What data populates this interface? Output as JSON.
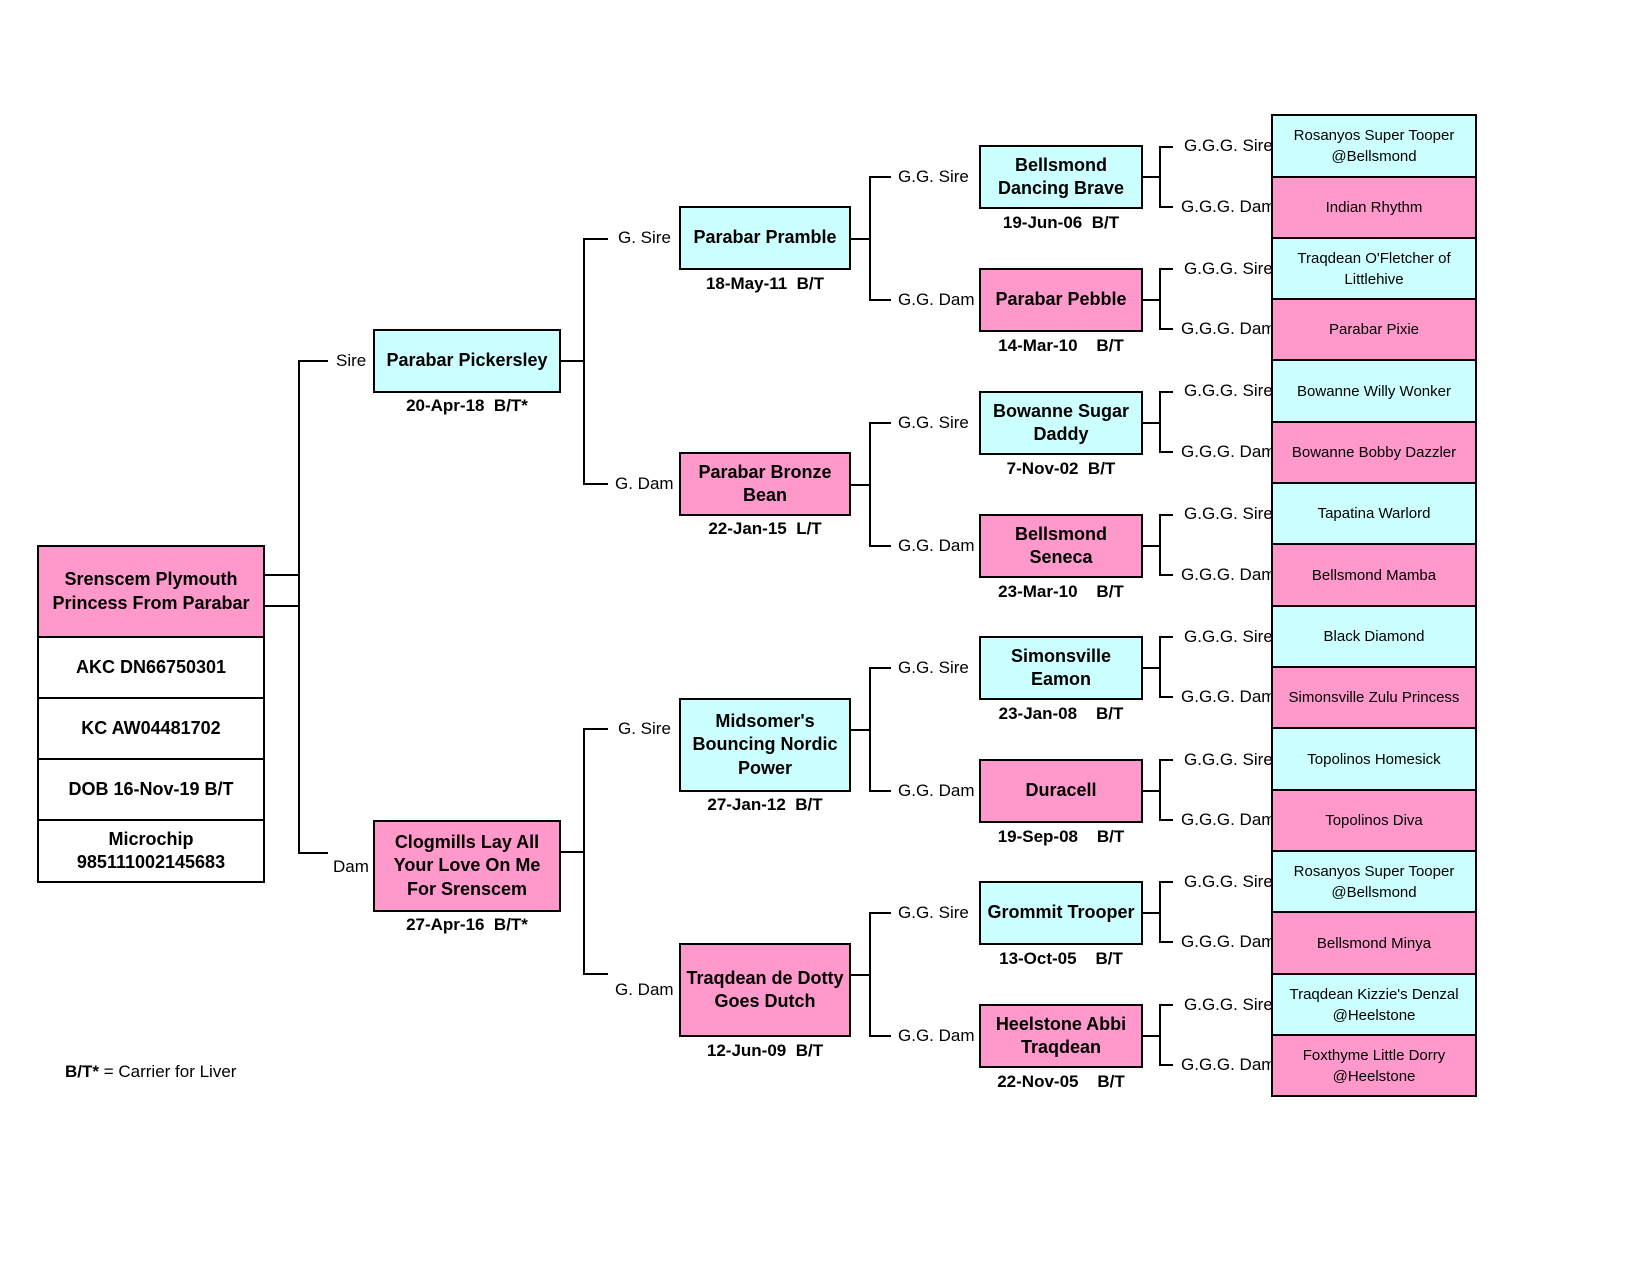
{
  "subject": {
    "name": "Srenscem Plymouth Princess From Parabar",
    "akc": "AKC DN66750301",
    "kc": "KC AW04481702",
    "dob": "DOB 16-Nov-19  B/T",
    "microchip_label": "Microchip",
    "microchip_number": "985111002145683"
  },
  "labels": {
    "sire": "Sire",
    "dam": "Dam",
    "g_sire": "G. Sire",
    "g_dam": "G. Dam",
    "gg_sire": "G.G. Sire",
    "gg_dam": "G.G. Dam",
    "ggg_sire": "G.G.G. Sire",
    "ggg_dam": "G.G.G. Dam"
  },
  "parents": {
    "sire": {
      "name": "Parabar Pickersley",
      "date": "20-Apr-18  B/T*"
    },
    "dam": {
      "name": "Clogmills Lay All Your Love On  Me For Srenscem",
      "date": "27-Apr-16  B/T*"
    }
  },
  "grandparents": [
    {
      "name": "Parabar Pramble",
      "date": "18-May-11  B/T"
    },
    {
      "name": "Parabar Bronze Bean",
      "date": "22-Jan-15  L/T"
    },
    {
      "name": "Midsomer's Bouncing Nordic Power",
      "date": "27-Jan-12  B/T"
    },
    {
      "name": "Traqdean de Dotty Goes Dutch",
      "date": "12-Jun-09  B/T"
    }
  ],
  "great_grandparents": [
    {
      "name": "Bellsmond Dancing Brave",
      "date": "19-Jun-06  B/T"
    },
    {
      "name": "Parabar Pebble",
      "date": "14-Mar-10    B/T"
    },
    {
      "name": "Bowanne Sugar Daddy",
      "date": "7-Nov-02  B/T"
    },
    {
      "name": "Bellsmond Seneca",
      "date": "23-Mar-10    B/T"
    },
    {
      "name": "Simonsville Eamon",
      "date": "23-Jan-08    B/T"
    },
    {
      "name": "Duracell",
      "date": "19-Sep-08    B/T"
    },
    {
      "name": "Grommit Trooper",
      "date": "13-Oct-05    B/T"
    },
    {
      "name": "Heelstone Abbi Traqdean",
      "date": "22-Nov-05    B/T"
    }
  ],
  "great_great_grandparents": [
    "Rosanyos Super Tooper @Bellsmond",
    "Indian Rhythm",
    "Traqdean O'Fletcher of Littlehive",
    "Parabar Pixie",
    "Bowanne Willy Wonker",
    "Bowanne Bobby Dazzler",
    "Tapatina Warlord",
    "Bellsmond Mamba",
    "Black Diamond",
    "Simonsville Zulu Princess",
    "Topolinos Homesick",
    "Topolinos Diva",
    "Rosanyos Super Tooper @Bellsmond",
    "Bellsmond Minya",
    "Traqdean Kizzie's Denzal @Heelstone",
    "Foxthyme Little Dorry @Heelstone"
  ],
  "footnote": {
    "key": "B/T*",
    "text": " = Carrier for Liver"
  },
  "colors": {
    "sire_fill": "#ccffff",
    "dam_fill": "#ff99cc",
    "border": "#000000"
  }
}
